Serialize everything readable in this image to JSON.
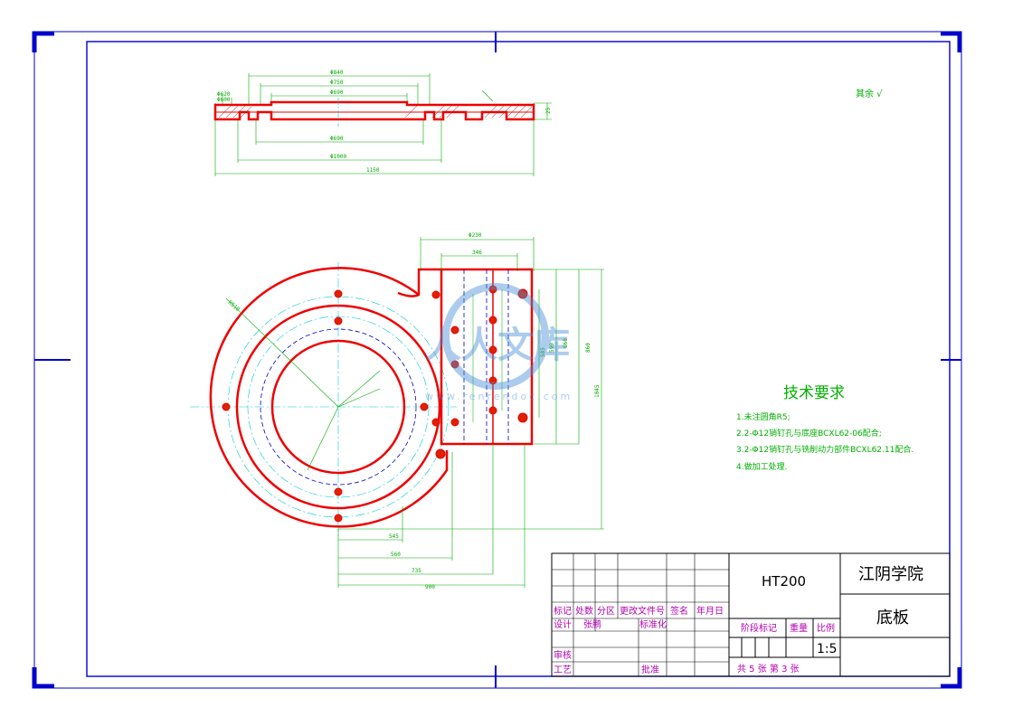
{
  "colors": {
    "frame": "#0000cc",
    "outline": "#ee0000",
    "dim": "#00aa00",
    "center": "#00cccc",
    "hidden": "#0000cc",
    "title_text": "#b000b0",
    "watermark": "#4a90d9"
  },
  "roughness_note": "其余 √",
  "tech_requirements": {
    "title": "技术要求",
    "items": [
      "1.未注圆角R5;",
      "2.2-Φ12销钉孔与底座BCXL62-06配合;",
      "3.2-Φ12销钉孔与铣削动力部件BCXL62.11配合.",
      "4.做加工处理."
    ]
  },
  "front_view_dims": {
    "top": [
      "Φ840",
      "Φ750",
      "Φ690"
    ],
    "bottom": [
      "Φ690",
      "Φ1000",
      "1150"
    ],
    "left": [
      "Φ620",
      "Φ600"
    ],
    "right": [
      "25"
    ]
  },
  "plan_view_dims": {
    "top": [
      "Φ230",
      "346"
    ],
    "right": [
      "660",
      "860",
      "1045",
      "590",
      "585"
    ],
    "bottom": [
      "545",
      "560",
      "735",
      "900"
    ],
    "radius": "R510"
  },
  "watermark": {
    "text": "人人文库",
    "url": "www.renrendoc.com"
  },
  "title_block": {
    "material": "HT200",
    "school": "江阴学院",
    "part_name": "底板",
    "revision_headers": [
      "标记",
      "处数",
      "分区",
      "更改文件号",
      "签名",
      "年月日"
    ],
    "row_design": [
      "设计",
      "张鹏",
      "标准化"
    ],
    "row_review": "审核",
    "row_process": [
      "工艺",
      "批准"
    ],
    "stage_headers": [
      "阶段标记",
      "重量",
      "比例"
    ],
    "scale": "1:5",
    "sheets": "共 5 张 第 3 张"
  }
}
